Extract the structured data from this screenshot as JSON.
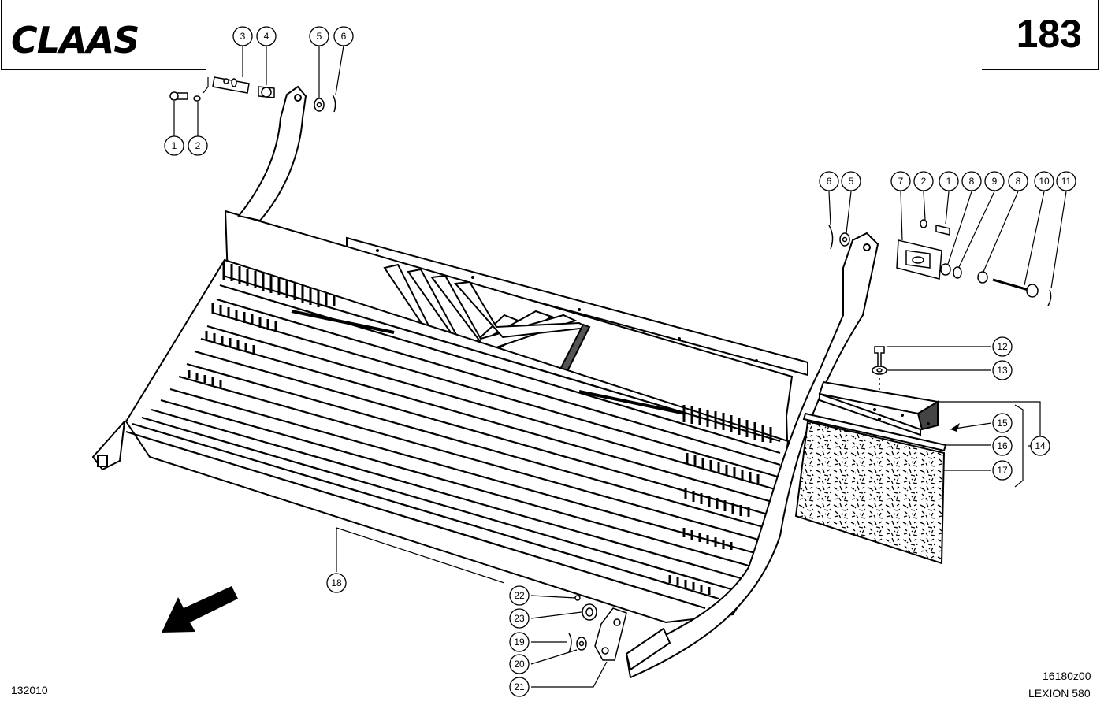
{
  "header": {
    "brand": "CLAAS",
    "page_number": "183"
  },
  "footer": {
    "left_code": "132010",
    "drawing_code": "16180z00",
    "model": "LEXION 580"
  },
  "callouts": {
    "c1a": "1",
    "c2a": "2",
    "c3": "3",
    "c4": "4",
    "c5a": "5",
    "c6a": "6",
    "c6b": "6",
    "c5b": "5",
    "c7": "7",
    "c2b": "2",
    "c1b": "1",
    "c8a": "8",
    "c9": "9",
    "c8b": "8",
    "c10": "10",
    "c11": "11",
    "c12": "12",
    "c13": "13",
    "c14": "14",
    "c15": "15",
    "c16": "16",
    "c17": "17",
    "c18": "18",
    "c19": "19",
    "c20": "20",
    "c21": "21",
    "c22": "22",
    "c23": "23"
  },
  "colors": {
    "ink": "#000000",
    "paper": "#ffffff",
    "shade": "#9a9a9a"
  }
}
